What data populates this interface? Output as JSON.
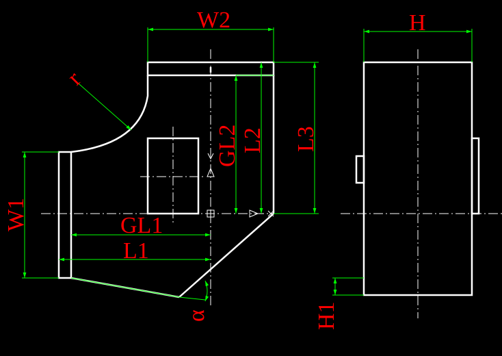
{
  "labels": {
    "W2": "W2",
    "H": "H",
    "r": "r",
    "GL2": "GL2",
    "L2": "L2",
    "L3": "L3",
    "W1": "W1",
    "GL1": "GL1",
    "L1": "L1",
    "alpha": "α",
    "H1": "H1"
  },
  "colors": {
    "background": "#000000",
    "outline": "#ffffff",
    "dimension": "#00ff00",
    "label": "#ff0000"
  }
}
